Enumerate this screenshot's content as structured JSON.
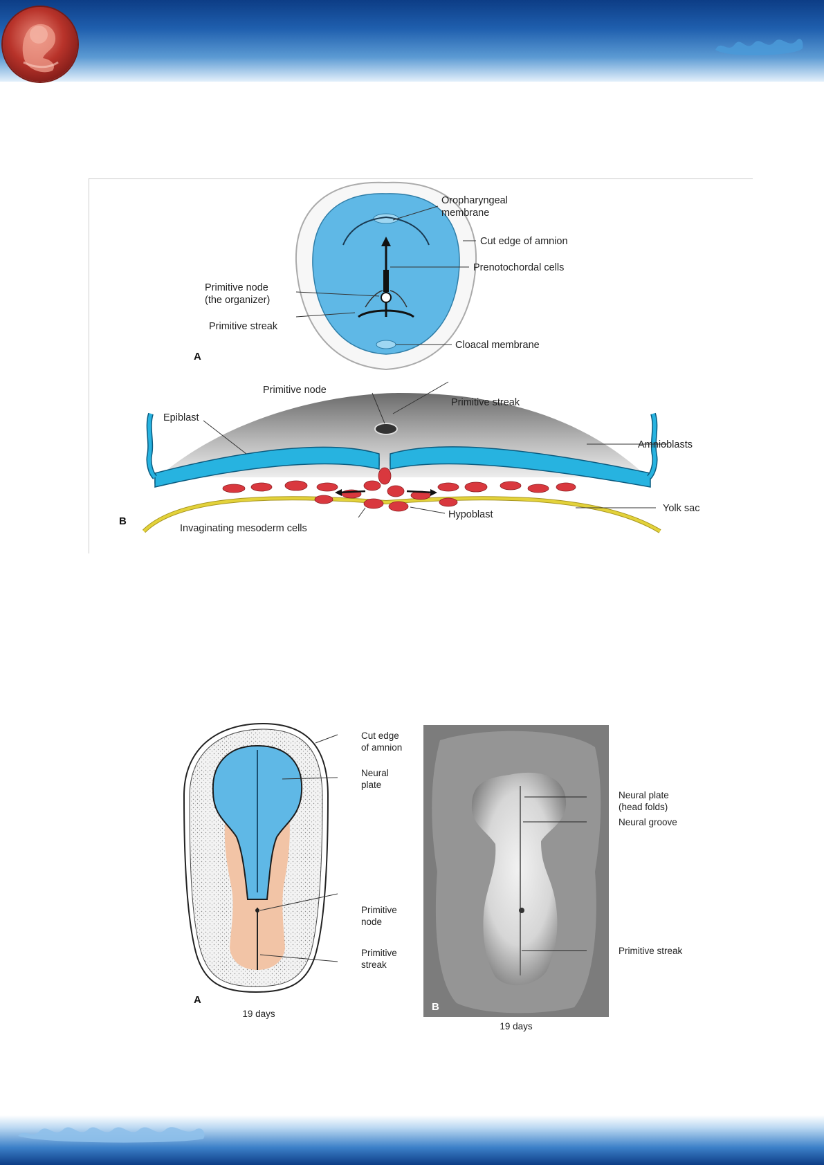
{
  "figure1": {
    "panel_a": {
      "letter": "A",
      "labels": {
        "oropharyngeal_1": "Oropharyngeal",
        "oropharyngeal_2": "membrane",
        "cut_edge": "Cut edge of amnion",
        "prenotochordal": "Prenotochordal cells",
        "node_1": "Primitive node",
        "node_2": "(the organizer)",
        "streak": "Primitive streak",
        "cloacal": "Cloacal membrane"
      }
    },
    "panel_b": {
      "letter": "B",
      "labels": {
        "node": "Primitive node",
        "streak": "Primitive streak",
        "epiblast": "Epiblast",
        "amnioblasts": "Amnioblasts",
        "yolk_sac": "Yolk sac",
        "hypoblast": "Hypoblast",
        "invaginating": "Invaginating mesoderm cells"
      }
    }
  },
  "figure2": {
    "panel_a": {
      "letter": "A",
      "caption": "19 days",
      "labels": {
        "cut_edge_1": "Cut edge",
        "cut_edge_2": "of amnion",
        "neural_1": "Neural",
        "neural_2": "plate",
        "node_1": "Primitive",
        "node_2": "node",
        "streak_1": "Primitive",
        "streak_2": "streak"
      }
    },
    "panel_b": {
      "letter": "B",
      "caption": "19 days",
      "labels": {
        "neural_plate_1": "Neural plate",
        "neural_plate_2": "(head folds)",
        "neural_groove": "Neural groove",
        "streak": "Primitive streak"
      }
    }
  },
  "colors": {
    "header_dark": "#0d3d86",
    "embryo_blue": "#5fb8e6",
    "ectoderm_peach": "#f2c4a6",
    "mesoderm_red": "#d9383e",
    "yolk_yellow": "#e3d23a"
  },
  "icons": {
    "logo": "fetus-logo",
    "watermark": "arabic-watermark"
  }
}
